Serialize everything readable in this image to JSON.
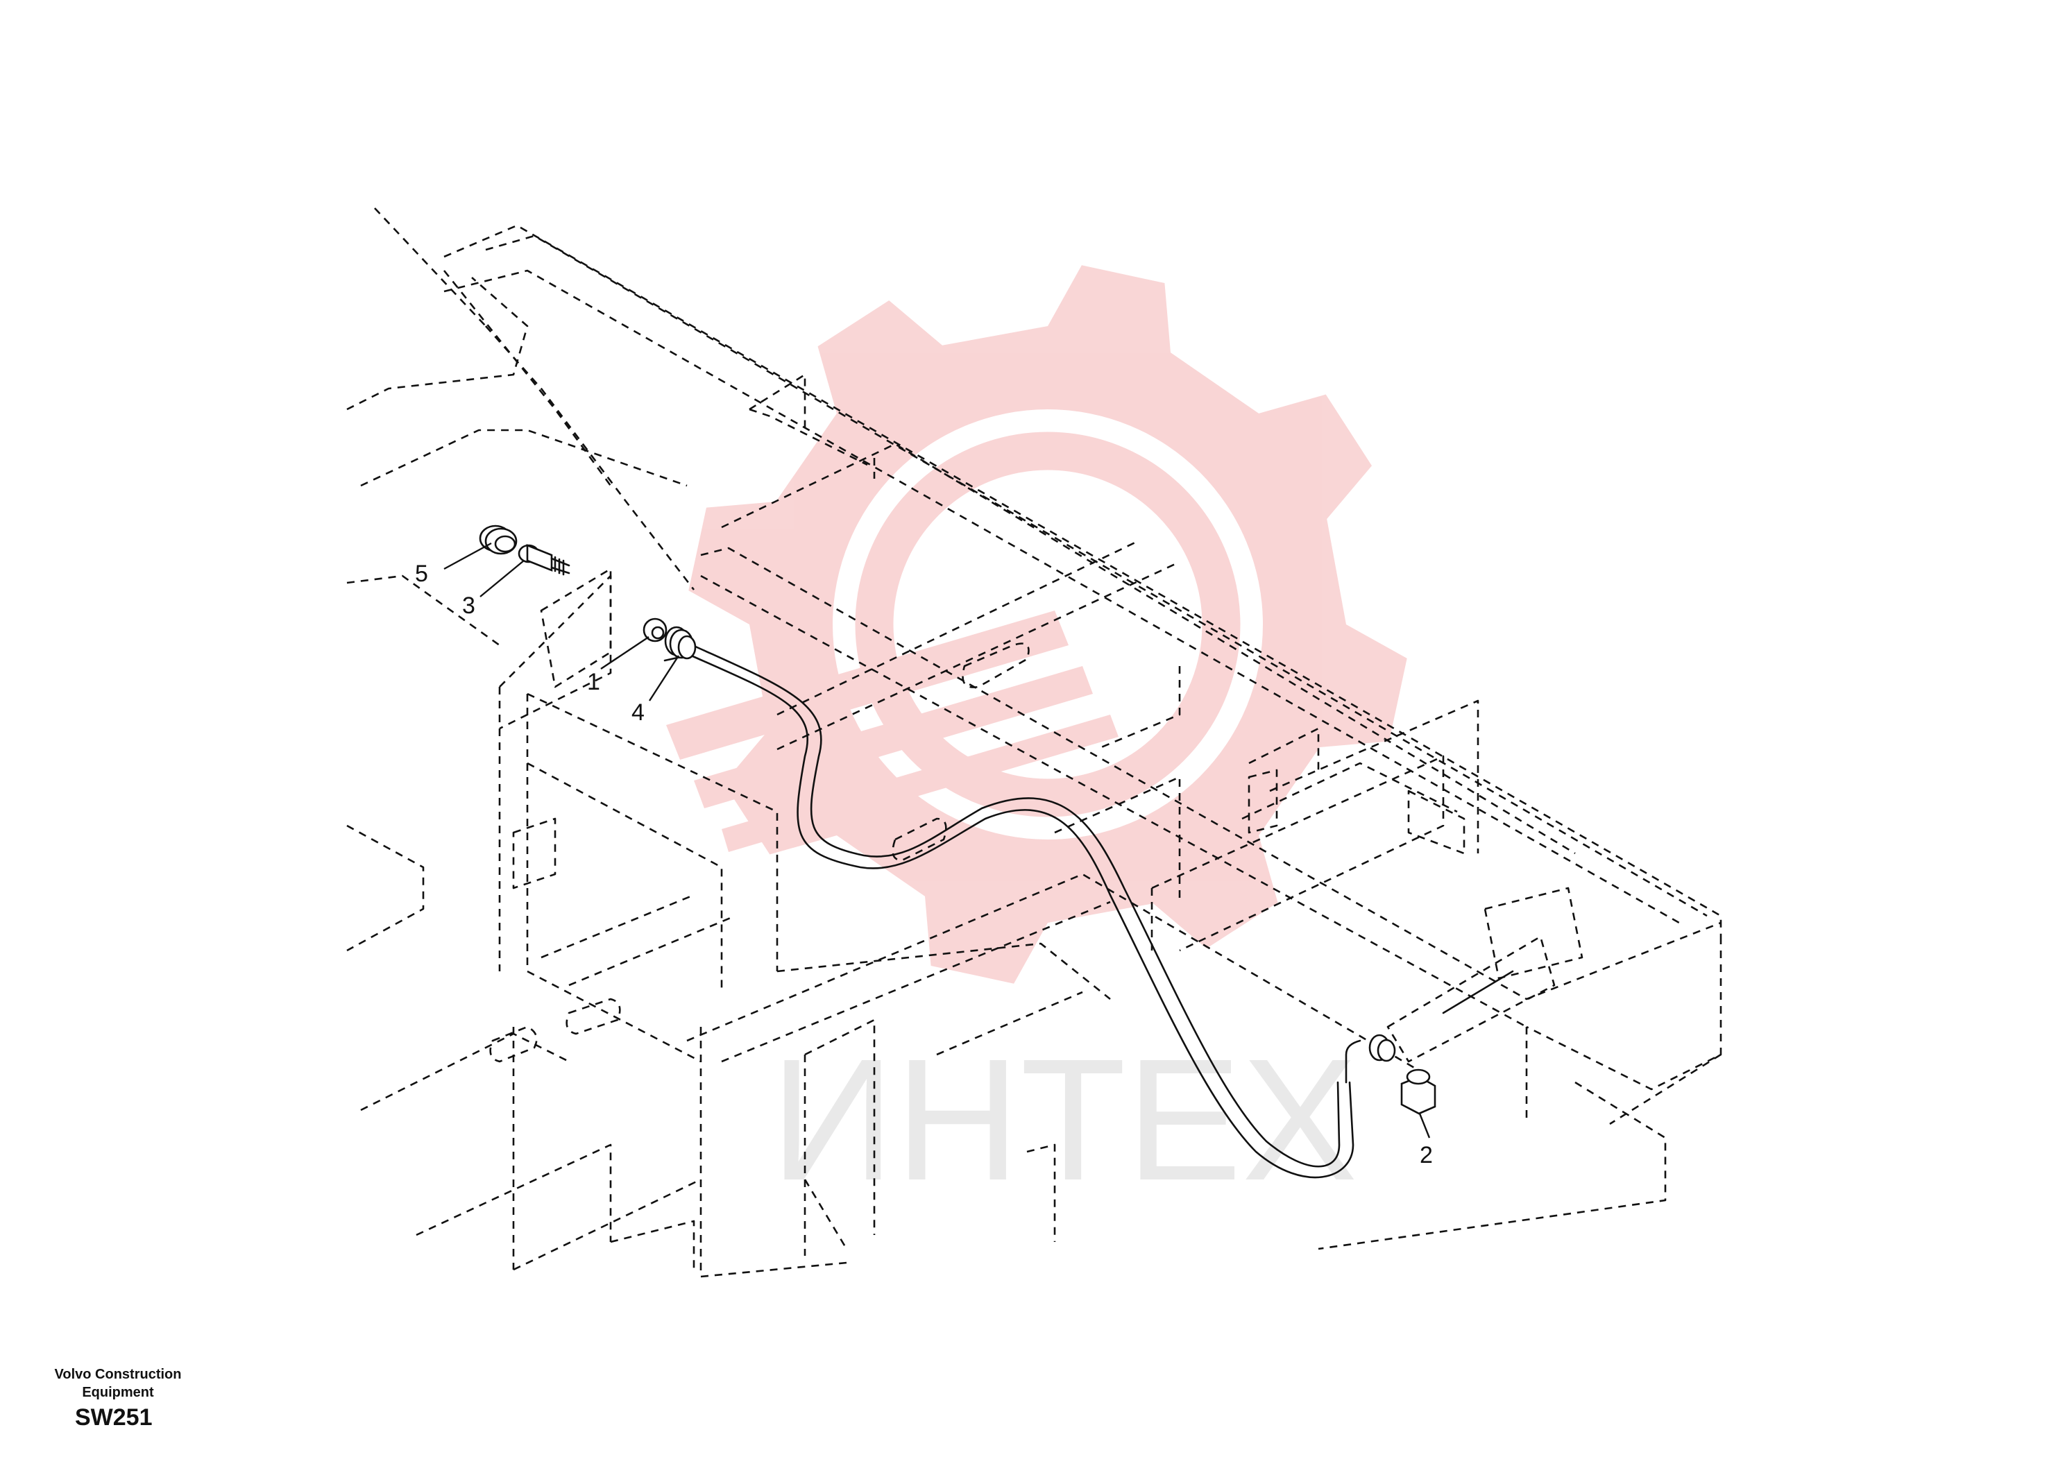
{
  "footer": {
    "company_line1": "Volvo Construction",
    "company_line2": "Equipment",
    "figure_code": "SW251"
  },
  "callouts": [
    "5",
    "3",
    "1",
    "4",
    "2"
  ],
  "watermark": {
    "text": "ИНТЕХ",
    "gear_color": "#f7c8c8"
  },
  "colors": {
    "line": "#111111",
    "background": "#ffffff"
  }
}
